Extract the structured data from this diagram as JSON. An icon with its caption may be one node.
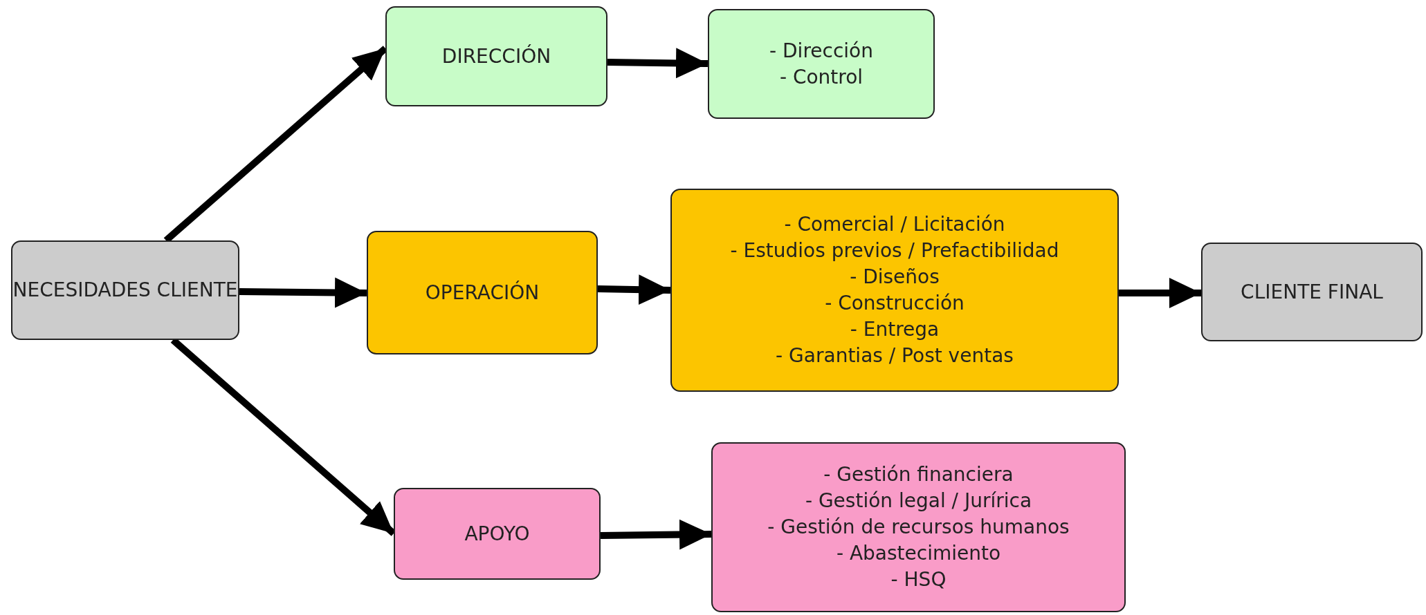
{
  "diagram": {
    "nodes": [
      {
        "text": [
          "NECESIDADES CLIENTE"
        ]
      },
      {
        "text": [
          "DIRECCIÓN"
        ]
      },
      {
        "text": [
          "- Dirección",
          "- Control"
        ]
      },
      {
        "text": [
          "OPERACIÓN"
        ]
      },
      {
        "text": [
          "- Comercial / Licitación",
          "- Estudios previos / Prefactibilidad",
          "- Diseños",
          "- Construcción",
          "- Entrega",
          "- Garantias / Post ventas"
        ]
      },
      {
        "text": [
          "CLIENTE FINAL"
        ]
      },
      {
        "text": [
          "APOYO"
        ]
      },
      {
        "text": [
          "- Gestión financiera",
          "- Gestión legal / Jurírica",
          "- Gestión de recursos humanos",
          "- Abastecimiento",
          "- HSQ"
        ]
      }
    ],
    "edges": [
      {
        "from": 0,
        "to": 1,
        "arrow": "to"
      },
      {
        "from": 0,
        "to": 3,
        "arrow": "to"
      },
      {
        "from": 0,
        "to": 6,
        "arrow": "to"
      },
      {
        "from": 1,
        "to": 2,
        "arrow": "to"
      },
      {
        "from": 3,
        "to": 4,
        "arrow": "to"
      },
      {
        "from": 4,
        "to": 5,
        "arrow": "to"
      },
      {
        "from": 6,
        "to": 7,
        "arrow": "to"
      }
    ]
  }
}
